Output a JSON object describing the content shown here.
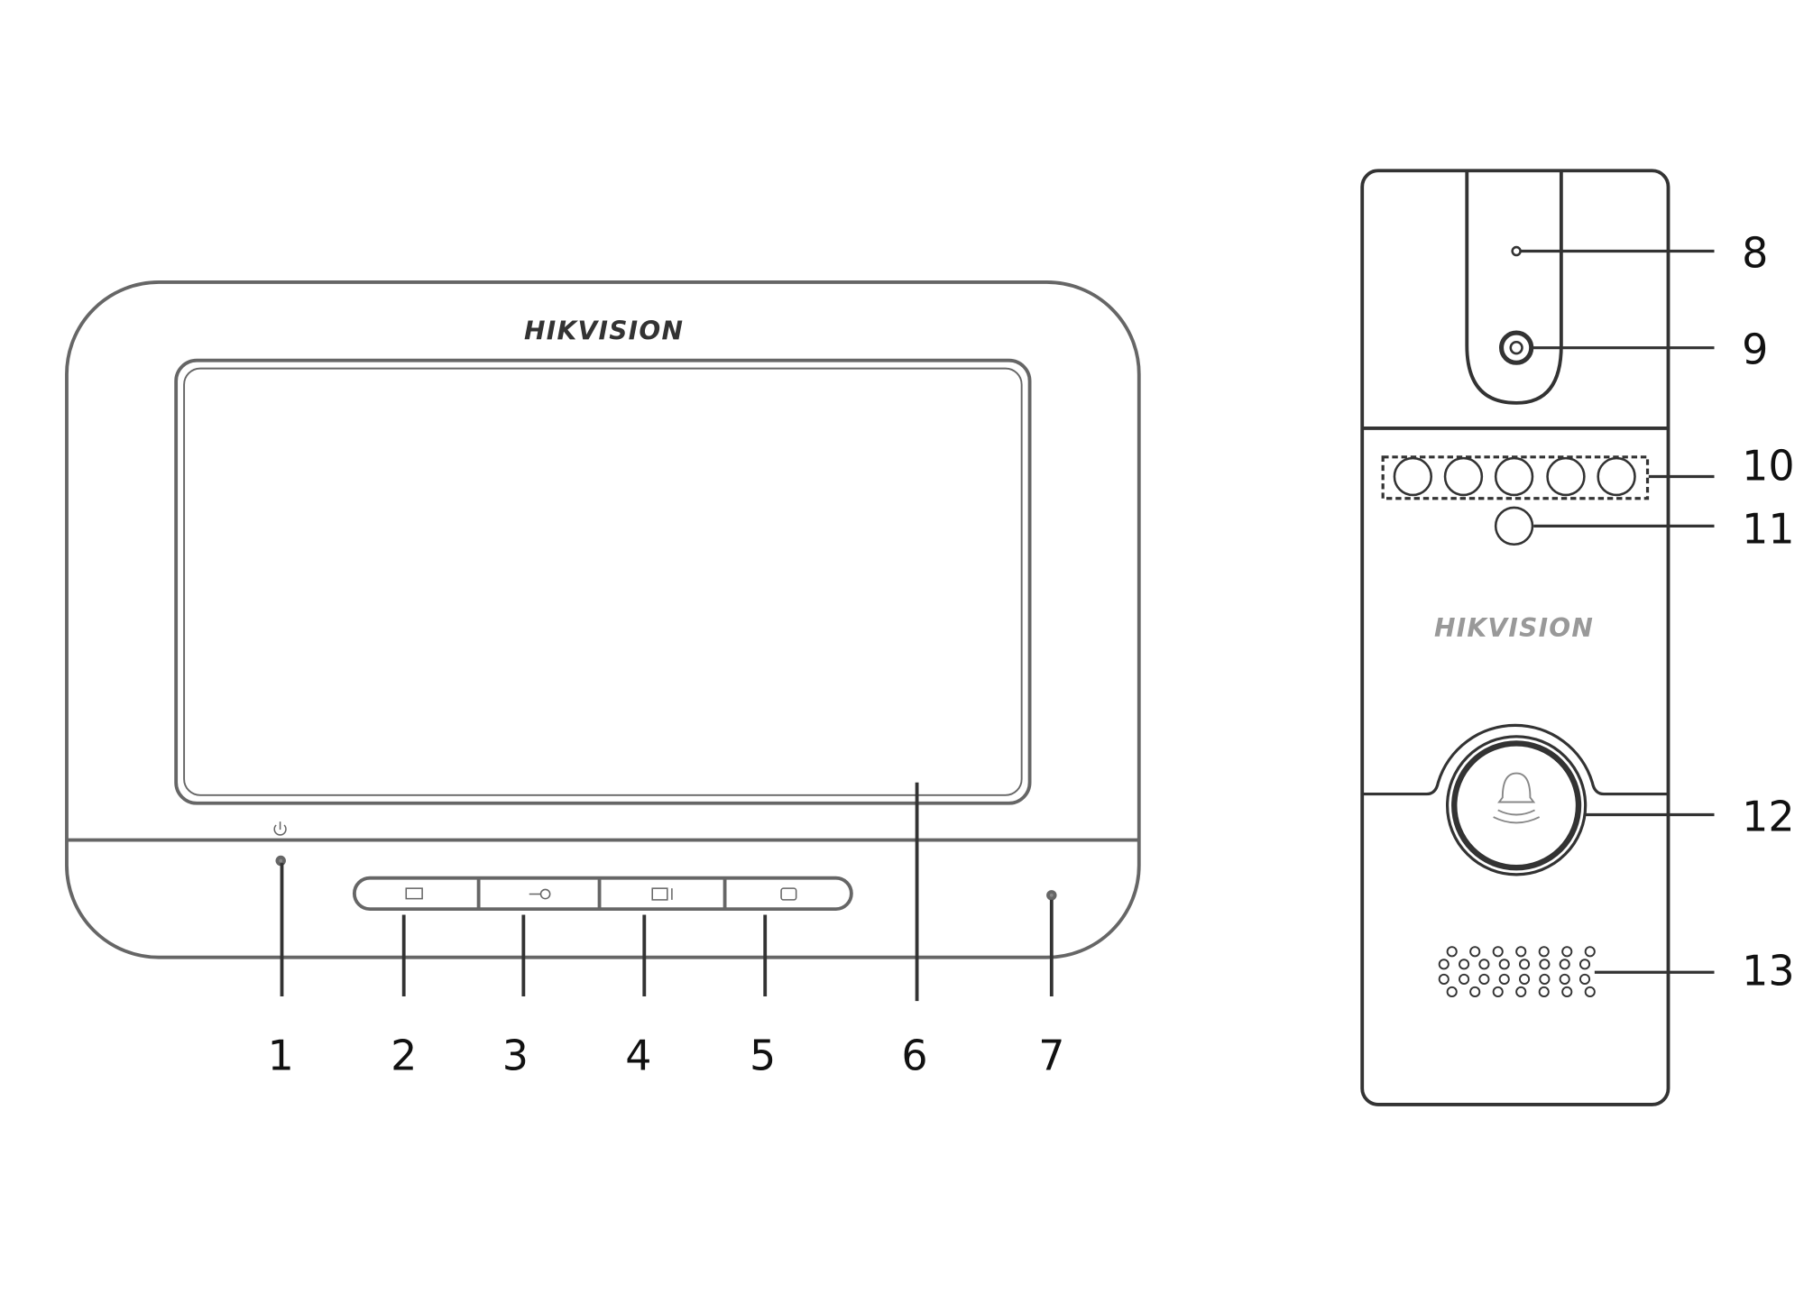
{
  "monitor": {
    "brand_logo": "HIKVISION",
    "buttons": [
      {
        "id": 2,
        "icon": "message-icon"
      },
      {
        "id": 3,
        "icon": "key-unlock-icon"
      },
      {
        "id": 4,
        "icon": "camera-monitor-icon"
      },
      {
        "id": 5,
        "icon": "screen-icon"
      }
    ],
    "power_icon": "power-icon"
  },
  "door_station": {
    "brand_logo": "HIKVISION",
    "call_icon": "bell-icon"
  },
  "callouts": [
    "1",
    "2",
    "3",
    "4",
    "5",
    "6",
    "7",
    "8",
    "9",
    "10",
    "11",
    "12",
    "13"
  ],
  "colors": {
    "stroke": "#555555",
    "text": "#111111"
  }
}
